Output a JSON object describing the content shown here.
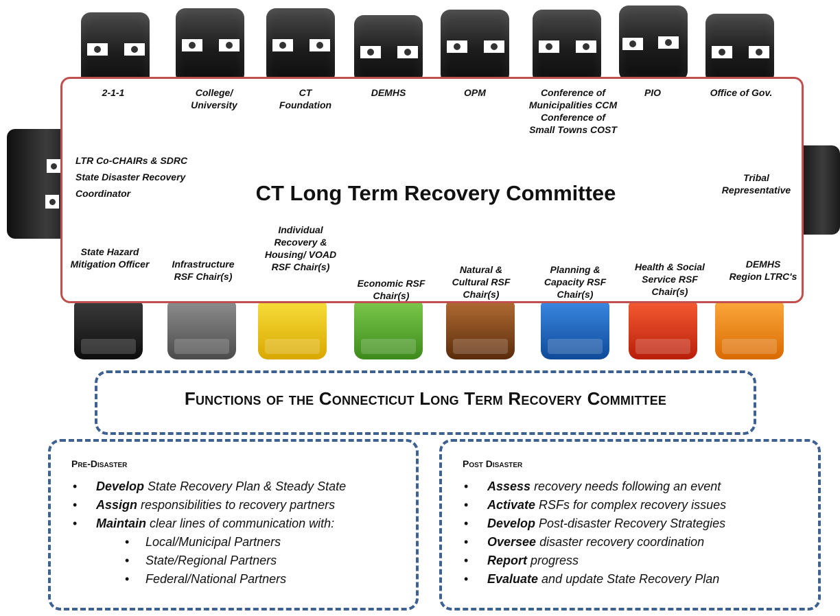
{
  "committee": {
    "title": "CT Long Term Recovery Committee",
    "top_members": [
      "2-1-1",
      "College/ University",
      "CT Foundation",
      "DEMHS",
      "OPM",
      "Conference of Municipalities CCM Conference of Small Towns COST",
      "PIO",
      "Office of Gov."
    ],
    "left_member": "LTR Co-CHAIRs & SDRC State Disaster Recovery Coordinator",
    "right_member": "Tribal Representative",
    "bottom_members": [
      "State Hazard Mitigation Officer",
      "Infrastructure RSF Chair(s)",
      "Individual Recovery & Housing/ VOAD RSF Chair(s)",
      "Economic RSF Chair(s)",
      "Natural & Cultural RSF Chair(s)",
      "Planning & Capacity RSF Chair(s)",
      "Health & Social Service RSF Chair(s)",
      "DEMHS Region LTRC's"
    ]
  },
  "key_colors": [
    "#1e1e1e",
    "#6b6b6b",
    "#f2c400",
    "#5fae2e",
    "#8a4a1e",
    "#1f66c2",
    "#e03a1a",
    "#f08a12"
  ],
  "functions_title": "Functions of the Connecticut Long Term  Recovery Committee",
  "pre_disaster": {
    "heading": "Pre-Disaster",
    "items": [
      {
        "verb": "Develop",
        "rest": " State Recovery Plan & Steady State"
      },
      {
        "verb": "Assign",
        "rest": " responsibilities to recovery partners"
      },
      {
        "verb": "Maintain",
        "rest": " clear lines of communication with:"
      }
    ],
    "sub_items": [
      "Local/Municipal Partners",
      "State/Regional Partners",
      "Federal/National Partners"
    ]
  },
  "post_disaster": {
    "heading": "Post Disaster",
    "items": [
      {
        "verb": "Assess",
        "rest": " recovery needs following an event"
      },
      {
        "verb": "Activate",
        "rest": " RSFs for complex recovery issues"
      },
      {
        "verb": "Develop",
        "rest": " Post-disaster  Recovery Strategies"
      },
      {
        "verb": "Oversee",
        "rest": " disaster recovery coordination"
      },
      {
        "verb": "Report",
        "rest": " progress"
      },
      {
        "verb": "Evaluate",
        "rest": " and update State Recovery Plan"
      }
    ]
  }
}
